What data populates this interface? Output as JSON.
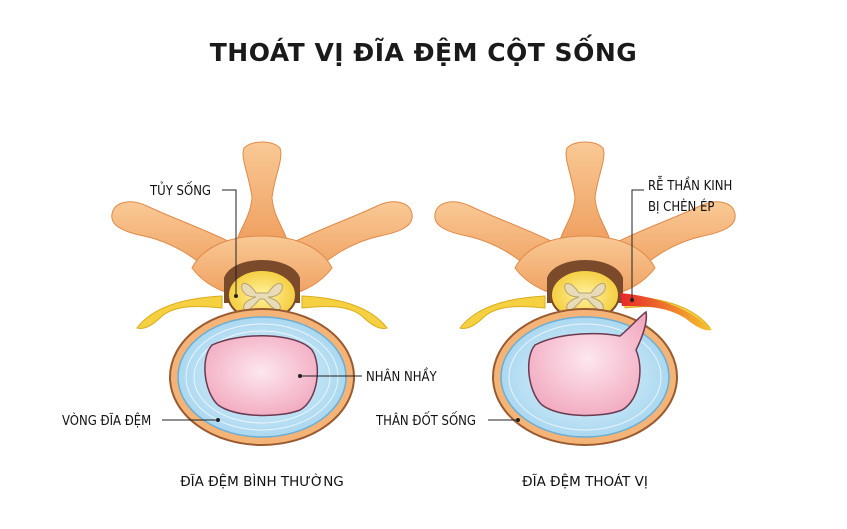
{
  "title": "THOÁT VỊ ĐĨA ĐỆM CỘT SỐNG",
  "labels": {
    "spinal_cord": "TỦY SỐNG",
    "nerve_root_line1": "RỄ THẦN KINH",
    "nerve_root_line2": "BỊ CHÈN ÉP",
    "nucleus": "NHÂN NHẦY",
    "annulus": "VÒNG ĐĨA ĐỆM",
    "vertebral_body": "THÂN ĐỐT SỐNG"
  },
  "captions": {
    "normal": "ĐĨA ĐỆM BÌNH THƯỜNG",
    "herniated": "ĐĨA ĐỆM THOÁT VỊ"
  },
  "colors": {
    "bone_orange": "#f4b478",
    "bone_dark": "#e8955a",
    "nerve_yellow": "#f5d040",
    "disc_blue": "#bfe3f5",
    "nucleus_pink": "#f7c5d5",
    "compression_red": "#e8242a"
  }
}
